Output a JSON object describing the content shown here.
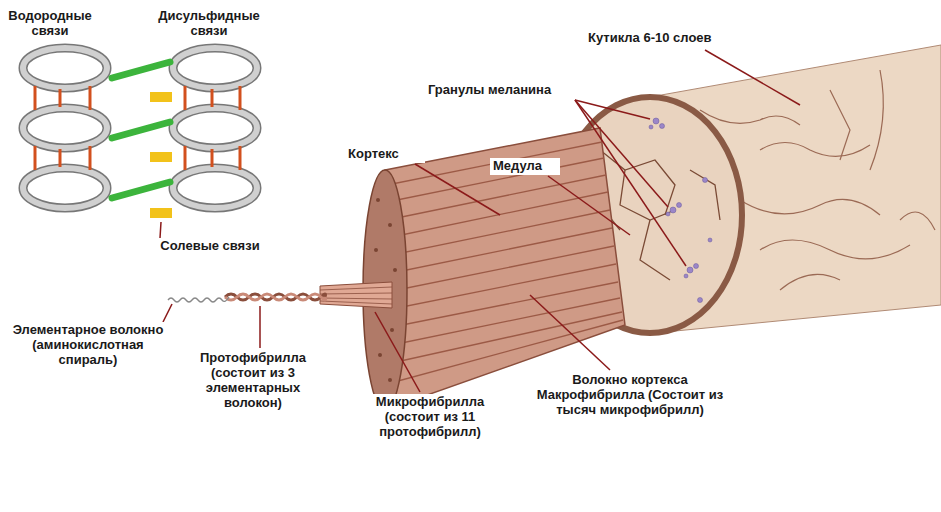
{
  "diagram": {
    "labels": [
      "Водородные связи",
      "Дисульфидные связи",
      "Солевые связи",
      "Кутикла 6-10 слоев",
      "Гранулы меланина",
      "Кортекс",
      "Медула",
      "Элементарное волокно (аминокислотная спираль)",
      "Протофибрилла (состоит из 3 элементарных волокон)",
      "Микрофибрилла (состоит из 11 протофибрилл)",
      "Волокно кортекса Макрофибрилла (Состоит из тысяч микрофибрилл)"
    ]
  }
}
